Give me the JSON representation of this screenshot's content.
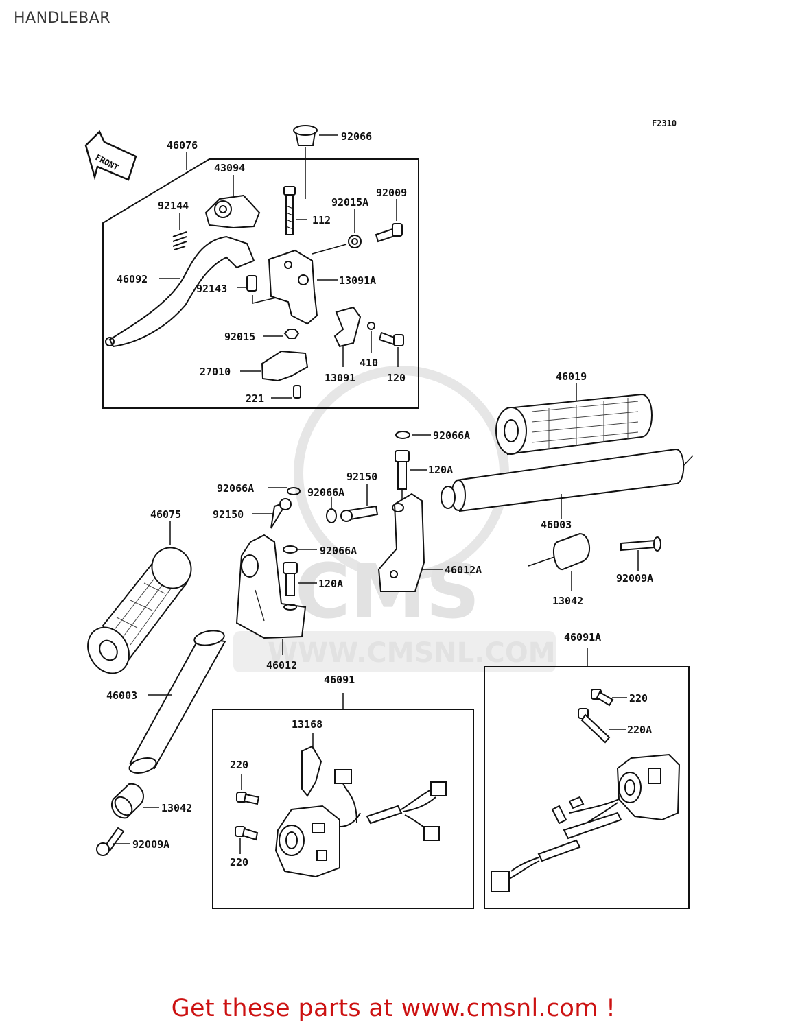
{
  "page": {
    "title": "HANDLEBAR",
    "figure_ref": "F2310",
    "front_marker": "FRONT",
    "watermark": "WWW.CMSNL.COM",
    "watermark_logo": "CMS",
    "cta": "Get these parts at www.cmsnl.com !"
  },
  "parts": {
    "p46076": "46076",
    "p92066": "92066",
    "p43094": "43094",
    "p92144": "92144",
    "p112": "112",
    "p92015A": "92015A",
    "p92009": "92009",
    "p46092": "46092",
    "p92143": "92143",
    "p13091A": "13091A",
    "p92015": "92015",
    "p410": "410",
    "p120": "120",
    "p13091": "13091",
    "p27010": "27010",
    "p221": "221",
    "p46019": "46019",
    "p92066A_a": "92066A",
    "p120A_a": "120A",
    "p92150_a": "92150",
    "p92066A_b": "92066A",
    "p92066A_c": "92066A",
    "p46075": "46075",
    "p92150_b": "92150",
    "p46003_a": "46003",
    "p92066A_d": "92066A",
    "p46012A": "46012A",
    "p120A_b": "120A",
    "p13042_a": "13042",
    "p92009A_a": "92009A",
    "p46012": "46012",
    "p46091A": "46091A",
    "p46091": "46091",
    "p46003_b": "46003",
    "p220_a": "220",
    "p220A": "220A",
    "p13168": "13168",
    "p220_b": "220",
    "p13042_b": "13042",
    "p220_c": "220",
    "p92009A_b": "92009A"
  }
}
